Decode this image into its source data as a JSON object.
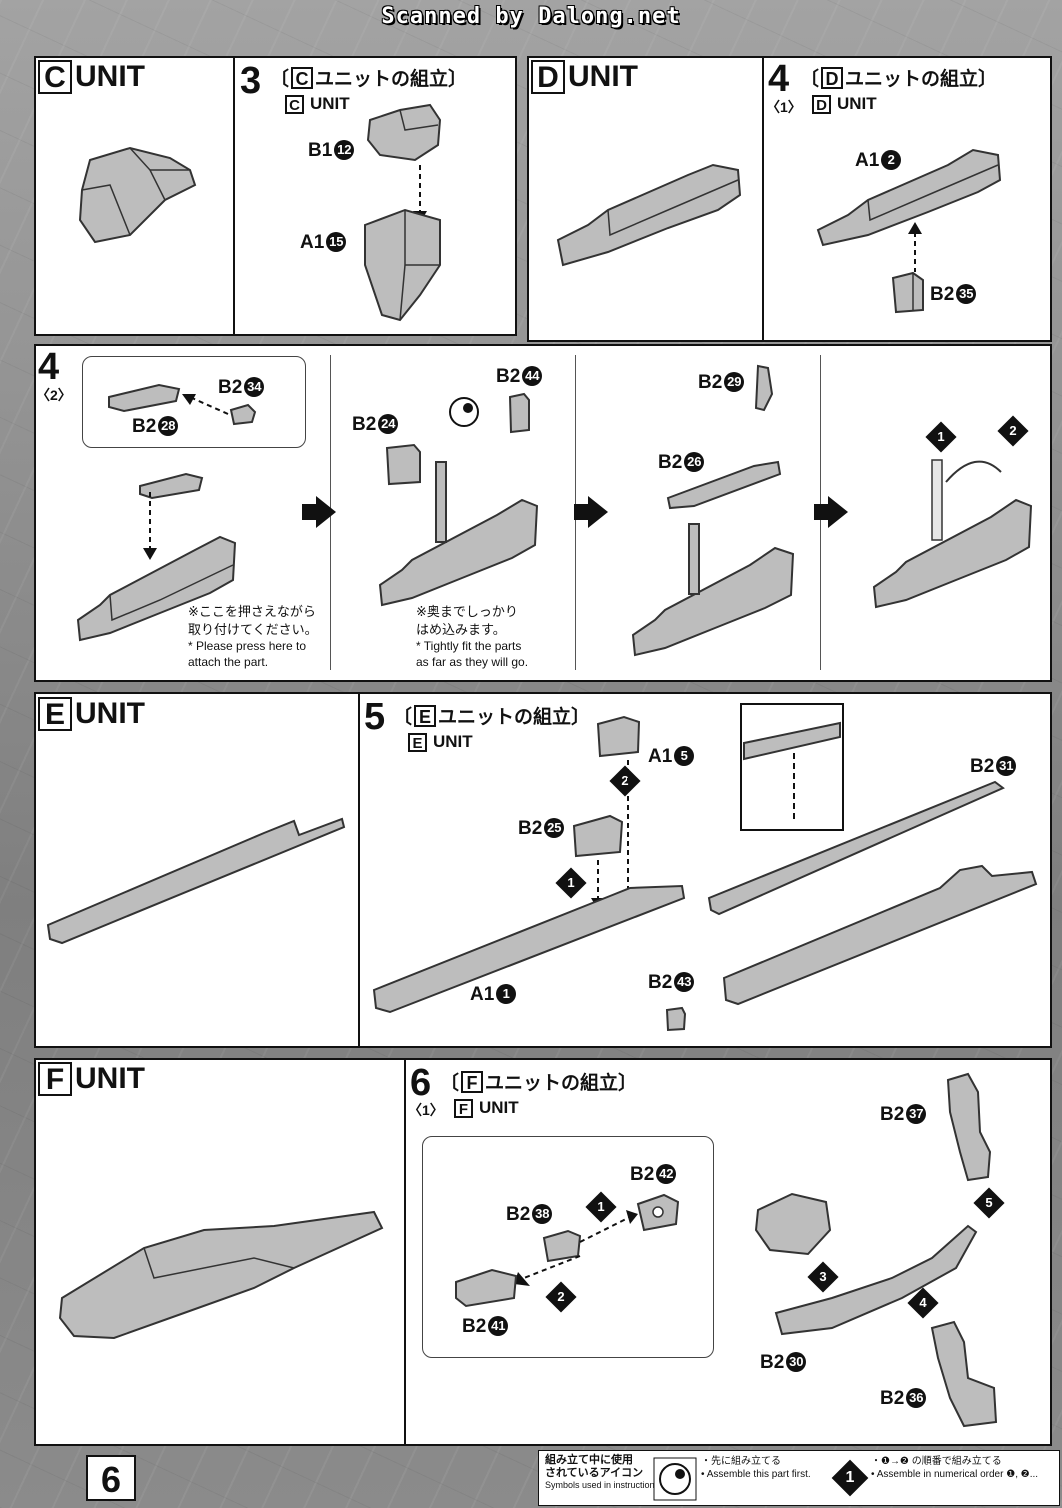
{
  "watermark": "Scanned by Dalong.net",
  "page_number": "6",
  "sections": {
    "c_unit": {
      "letter": "C",
      "title": "UNIT"
    },
    "step3": {
      "number": "3",
      "title_prefix": "〔",
      "title_letter": "C",
      "title_text": "ユニットの組立〕",
      "unit_letter": "C",
      "unit_text": "UNIT",
      "parts": [
        {
          "runner": "B1",
          "num": "12"
        },
        {
          "runner": "A1",
          "num": "15"
        }
      ]
    },
    "d_unit": {
      "letter": "D",
      "title": "UNIT"
    },
    "step4_1": {
      "number": "4",
      "substep": "〈1〉",
      "title_prefix": "〔",
      "title_letter": "D",
      "title_text": "ユニットの組立〕",
      "unit_letter": "D",
      "unit_text": "UNIT",
      "parts": [
        {
          "runner": "A1",
          "num": "2"
        },
        {
          "runner": "B2",
          "num": "35"
        }
      ]
    },
    "step4_2": {
      "number": "4",
      "substep": "〈2〉",
      "parts": [
        {
          "runner": "B2",
          "num": "34"
        },
        {
          "runner": "B2",
          "num": "28"
        },
        {
          "runner": "B2",
          "num": "24"
        },
        {
          "runner": "B2",
          "num": "44"
        },
        {
          "runner": "B2",
          "num": "29"
        },
        {
          "runner": "B2",
          "num": "26"
        }
      ],
      "note1_jp": "※ここを押さえながら\n取り付けてください。",
      "note1_en": "* Please press here to\nattach the part.",
      "note2_jp": "※奥までしっかり\nはめ込みます。",
      "note2_en": "* Tightly fit the parts\nas far as they will go.",
      "order": [
        "1",
        "2"
      ]
    },
    "e_unit": {
      "letter": "E",
      "title": "UNIT"
    },
    "step5": {
      "number": "5",
      "title_prefix": "〔",
      "title_letter": "E",
      "title_text": "ユニットの組立〕",
      "unit_letter": "E",
      "unit_text": "UNIT",
      "parts": [
        {
          "runner": "A1",
          "num": "5"
        },
        {
          "runner": "B2",
          "num": "25"
        },
        {
          "runner": "A1",
          "num": "1"
        },
        {
          "runner": "B2",
          "num": "31"
        },
        {
          "runner": "B2",
          "num": "43"
        }
      ],
      "order": [
        "1",
        "2"
      ]
    },
    "f_unit": {
      "letter": "F",
      "title": "UNIT"
    },
    "step6": {
      "number": "6",
      "substep": "〈1〉",
      "title_prefix": "〔",
      "title_letter": "F",
      "title_text": "ユニットの組立〕",
      "unit_letter": "F",
      "unit_text": "UNIT",
      "parts": [
        {
          "runner": "B2",
          "num": "42"
        },
        {
          "runner": "B2",
          "num": "38"
        },
        {
          "runner": "B2",
          "num": "41"
        },
        {
          "runner": "B2",
          "num": "37"
        },
        {
          "runner": "B2",
          "num": "30"
        },
        {
          "runner": "B2",
          "num": "36"
        }
      ],
      "order": [
        "1",
        "2",
        "3",
        "4",
        "5"
      ]
    }
  },
  "legend": {
    "title_jp": "組み立て中に使用\nされているアイコン",
    "title_en": "Symbols used in instructions",
    "item1_jp": "・先に組み立てる",
    "item1_en": "• Assemble this part first.",
    "item1_icon": "subassembly-circle-icon",
    "item2_badge": "1",
    "item2_jp": "・❶→❷ の順番で組み立てる",
    "item2_en": "• Assemble in numerical order ❶, ❷..."
  },
  "colors": {
    "part_fill": "#bdbdbd",
    "part_stroke": "#333333",
    "ink": "#111111"
  }
}
